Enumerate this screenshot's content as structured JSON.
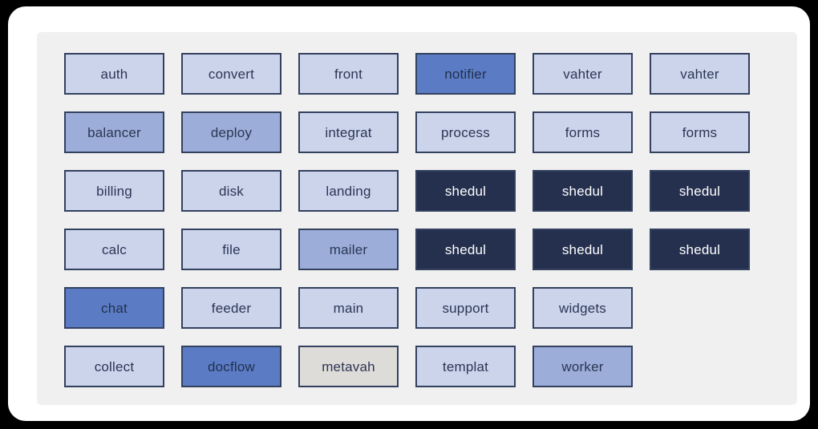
{
  "window": {
    "frame_color": "#000000",
    "card_color": "#ffffff",
    "panel_color": "#f0f0f0"
  },
  "palette": {
    "border": "#33415f",
    "lightest": "#ccd4ec",
    "light": "#c7cfe9",
    "mid": "#9badd8",
    "strong": "#5b7cc4",
    "dark": "#25304f",
    "grey": "#dedcd8",
    "text_dark": "#2b3654",
    "text_light": "#ffffff"
  },
  "grid": {
    "columns": 6,
    "rows": 6,
    "cells": [
      {
        "label": "auth",
        "fill": "lightest"
      },
      {
        "label": "convert",
        "fill": "lightest"
      },
      {
        "label": "front",
        "fill": "lightest"
      },
      {
        "label": "notifier",
        "fill": "strong"
      },
      {
        "label": "vahter",
        "fill": "lightest"
      },
      {
        "label": "vahter",
        "fill": "lightest"
      },
      {
        "label": "balancer",
        "fill": "mid"
      },
      {
        "label": "deploy",
        "fill": "mid"
      },
      {
        "label": "integrat",
        "fill": "lightest"
      },
      {
        "label": "process",
        "fill": "lightest"
      },
      {
        "label": "forms",
        "fill": "lightest"
      },
      {
        "label": "forms",
        "fill": "lightest"
      },
      {
        "label": "billing",
        "fill": "lightest"
      },
      {
        "label": "disk",
        "fill": "lightest"
      },
      {
        "label": "landing",
        "fill": "lightest"
      },
      {
        "label": "shedul",
        "fill": "dark"
      },
      {
        "label": "shedul",
        "fill": "dark"
      },
      {
        "label": "shedul",
        "fill": "dark"
      },
      {
        "label": "calc",
        "fill": "lightest"
      },
      {
        "label": "file",
        "fill": "lightest"
      },
      {
        "label": "mailer",
        "fill": "mid"
      },
      {
        "label": "shedul",
        "fill": "dark"
      },
      {
        "label": "shedul",
        "fill": "dark"
      },
      {
        "label": "shedul",
        "fill": "dark"
      },
      {
        "label": "chat",
        "fill": "strong"
      },
      {
        "label": "feeder",
        "fill": "lightest"
      },
      {
        "label": "main",
        "fill": "lightest"
      },
      {
        "label": "support",
        "fill": "lightest"
      },
      {
        "label": "widgets",
        "fill": "lightest"
      },
      {
        "label": "",
        "fill": "empty"
      },
      {
        "label": "collect",
        "fill": "lightest"
      },
      {
        "label": "docflow",
        "fill": "strong"
      },
      {
        "label": "metavah",
        "fill": "grey"
      },
      {
        "label": "templat",
        "fill": "lightest"
      },
      {
        "label": "worker",
        "fill": "mid"
      },
      {
        "label": "",
        "fill": "empty"
      }
    ]
  }
}
